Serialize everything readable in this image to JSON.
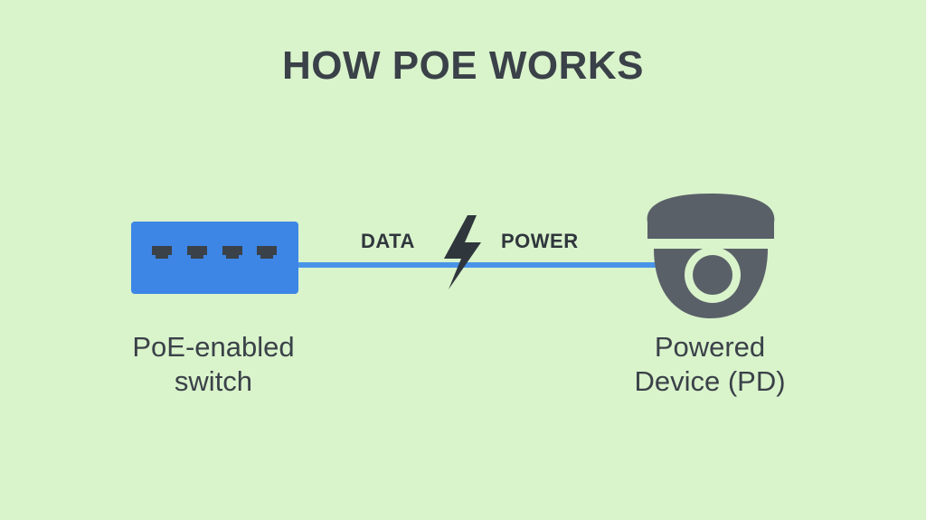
{
  "title": "HOW POE WORKS",
  "colors": {
    "background": "#d9f3cb",
    "switch": "#3d86e6",
    "cable": "#4a94e8",
    "device": "#5a6068",
    "text": "#3a4148"
  },
  "switch": {
    "caption_line1": "PoE-enabled",
    "caption_line2": "switch",
    "port_count": 4
  },
  "link": {
    "left_label": "DATA",
    "right_label": "POWER",
    "icon": "lightning-bolt-icon"
  },
  "device": {
    "caption_line1": "Powered",
    "caption_line2": "Device (PD)",
    "icon": "dome-camera-icon"
  }
}
